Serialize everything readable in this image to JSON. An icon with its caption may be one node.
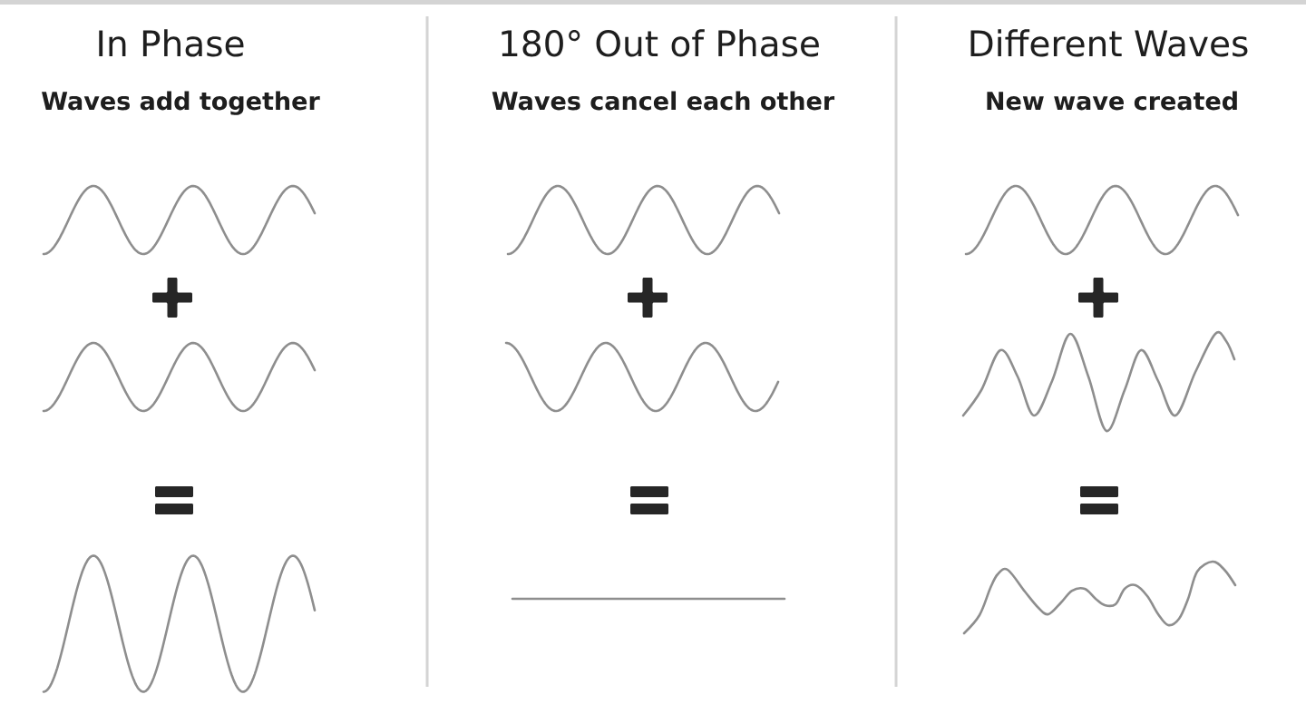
{
  "diagram": {
    "labels": [
      "In Phase",
      "Waves add together",
      "180° Out of Phase",
      "Waves cancel each other",
      "Different Waves",
      "New wave created"
    ]
  }
}
